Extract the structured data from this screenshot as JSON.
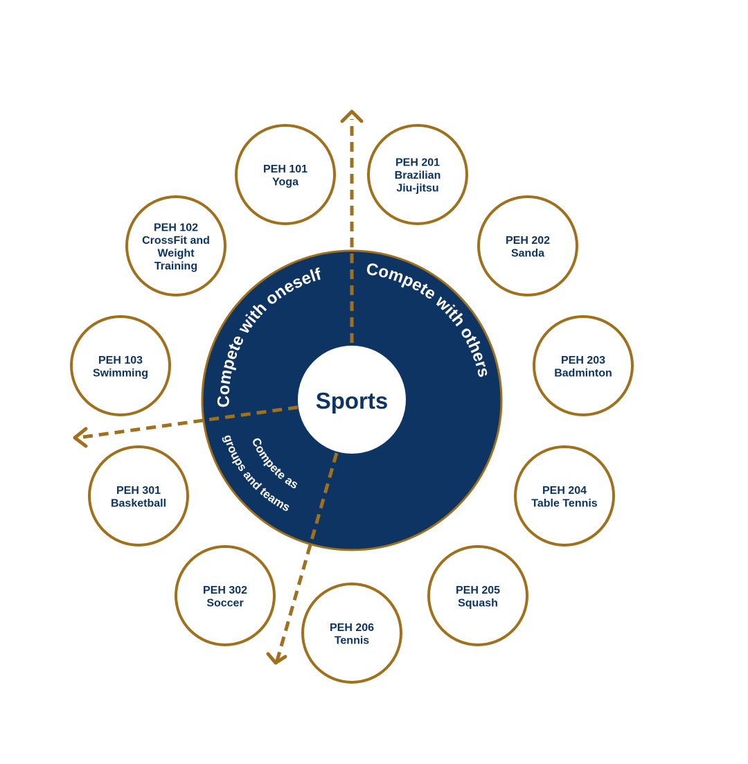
{
  "center": {
    "label": "Sports"
  },
  "segments": {
    "oneself": "Compete with oneself",
    "others": "Compete with others",
    "teams_line1": "Compete as",
    "teams_line2": "groups and teams"
  },
  "courses": {
    "peh101": [
      "PEH 101",
      "Yoga"
    ],
    "peh102": [
      "PEH 102",
      "CrossFit and",
      "Weight",
      "Training"
    ],
    "peh103": [
      "PEH 103",
      "Swimming"
    ],
    "peh201": [
      "PEH 201",
      "Brazilian",
      "Jiu-jitsu"
    ],
    "peh202": [
      "PEH 202",
      "Sanda"
    ],
    "peh203": [
      "PEH 203",
      "Badminton"
    ],
    "peh204": [
      "PEH 204",
      "Table Tennis"
    ],
    "peh205": [
      "PEH 205",
      "Squash"
    ],
    "peh206": [
      "PEH 206",
      "Tennis"
    ],
    "peh301": [
      "PEH 301",
      "Basketball"
    ],
    "peh302": [
      "PEH 302",
      "Soccer"
    ]
  },
  "colors": {
    "navy": "#0d3462",
    "gold": "#a0701c",
    "white": "#ffffff"
  }
}
